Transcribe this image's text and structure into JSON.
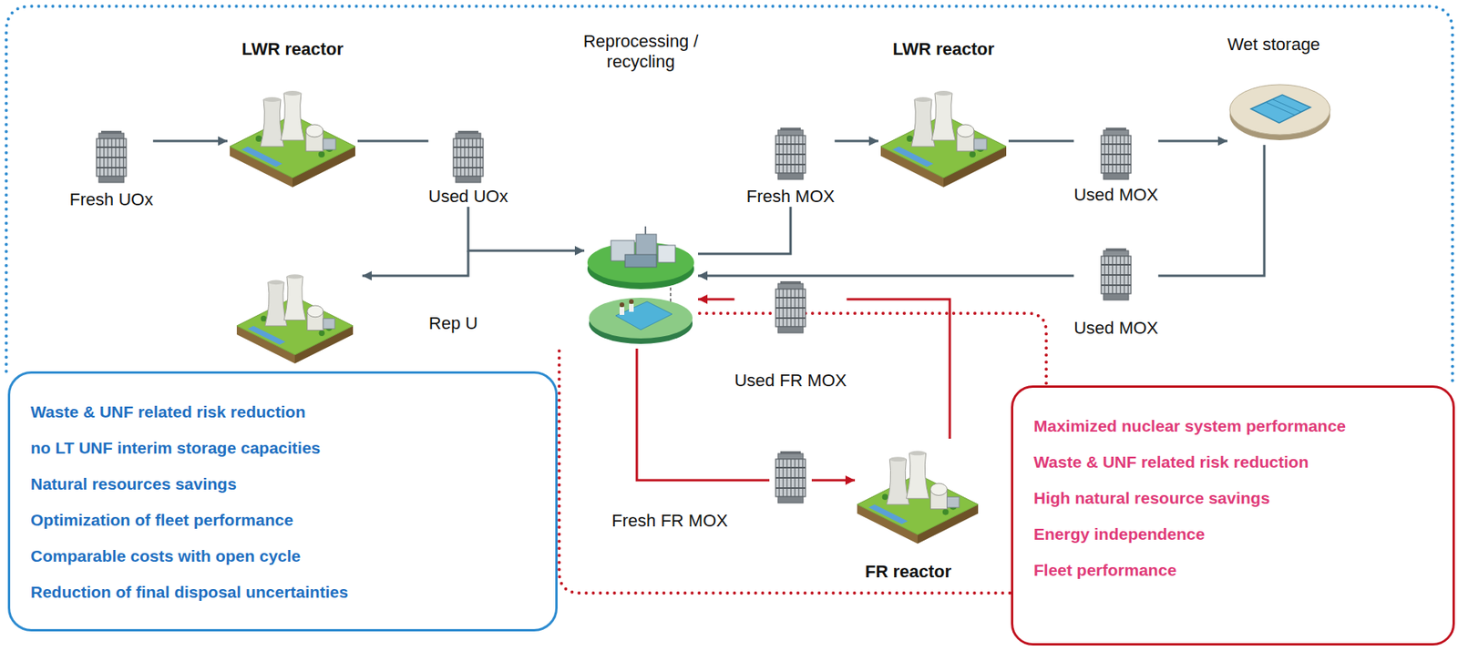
{
  "diagram": {
    "nodes": [
      {
        "text": [
          "Fresh UOx"
        ]
      },
      {
        "text": [
          "LWR reactor"
        ]
      },
      {
        "text": [
          "Used UOx"
        ]
      },
      {
        "text": [
          "Reprocessing / recycling"
        ]
      },
      {
        "text": [
          "Fresh MOX"
        ]
      },
      {
        "text": [
          "LWR reactor"
        ]
      },
      {
        "text": [
          "Used MOX"
        ]
      },
      {
        "text": [
          "Wet storage"
        ]
      },
      {
        "text": [
          "Used MOX"
        ]
      },
      {
        "text": [
          "Used FR MOX"
        ]
      },
      {
        "text": [
          "Fresh FR MOX"
        ]
      },
      {
        "text": [
          "FR reactor"
        ]
      },
      {
        "text": [
          "Waste & UNF related risk reduction",
          "no LT UNF interim storage capacities",
          "Natural resources savings",
          "Optimization of fleet performance",
          "Comparable costs with open cycle",
          "Reduction of final disposal uncertainties"
        ]
      },
      {
        "text": [
          "Maximized nuclear system performance",
          "Waste & UNF related risk reduction",
          "High natural resource savings",
          "Energy independence",
          "Fleet performance"
        ]
      }
    ],
    "edges": [
      {
        "from": 0,
        "to": 1,
        "arrow": "to"
      },
      {
        "from": 1,
        "to": 2,
        "arrow": "none"
      },
      {
        "from": 2,
        "to": 3,
        "arrow": "to"
      },
      {
        "from": 3,
        "to": 4,
        "arrow": "none"
      },
      {
        "from": 4,
        "to": 5,
        "arrow": "to"
      },
      {
        "from": 5,
        "to": 6,
        "arrow": "none"
      },
      {
        "from": 6,
        "to": 7,
        "arrow": "to"
      },
      {
        "from": 7,
        "to": 8,
        "arrow": "none"
      },
      {
        "from": 8,
        "to": 3,
        "arrow": "to"
      },
      {
        "from": 3,
        "to": 10,
        "arrow": "none"
      },
      {
        "from": 10,
        "to": 11,
        "arrow": "to"
      },
      {
        "from": 11,
        "to": 9,
        "arrow": "none"
      },
      {
        "from": 9,
        "to": 3,
        "arrow": "to"
      }
    ],
    "labels": [
      "Rep U"
    ]
  }
}
